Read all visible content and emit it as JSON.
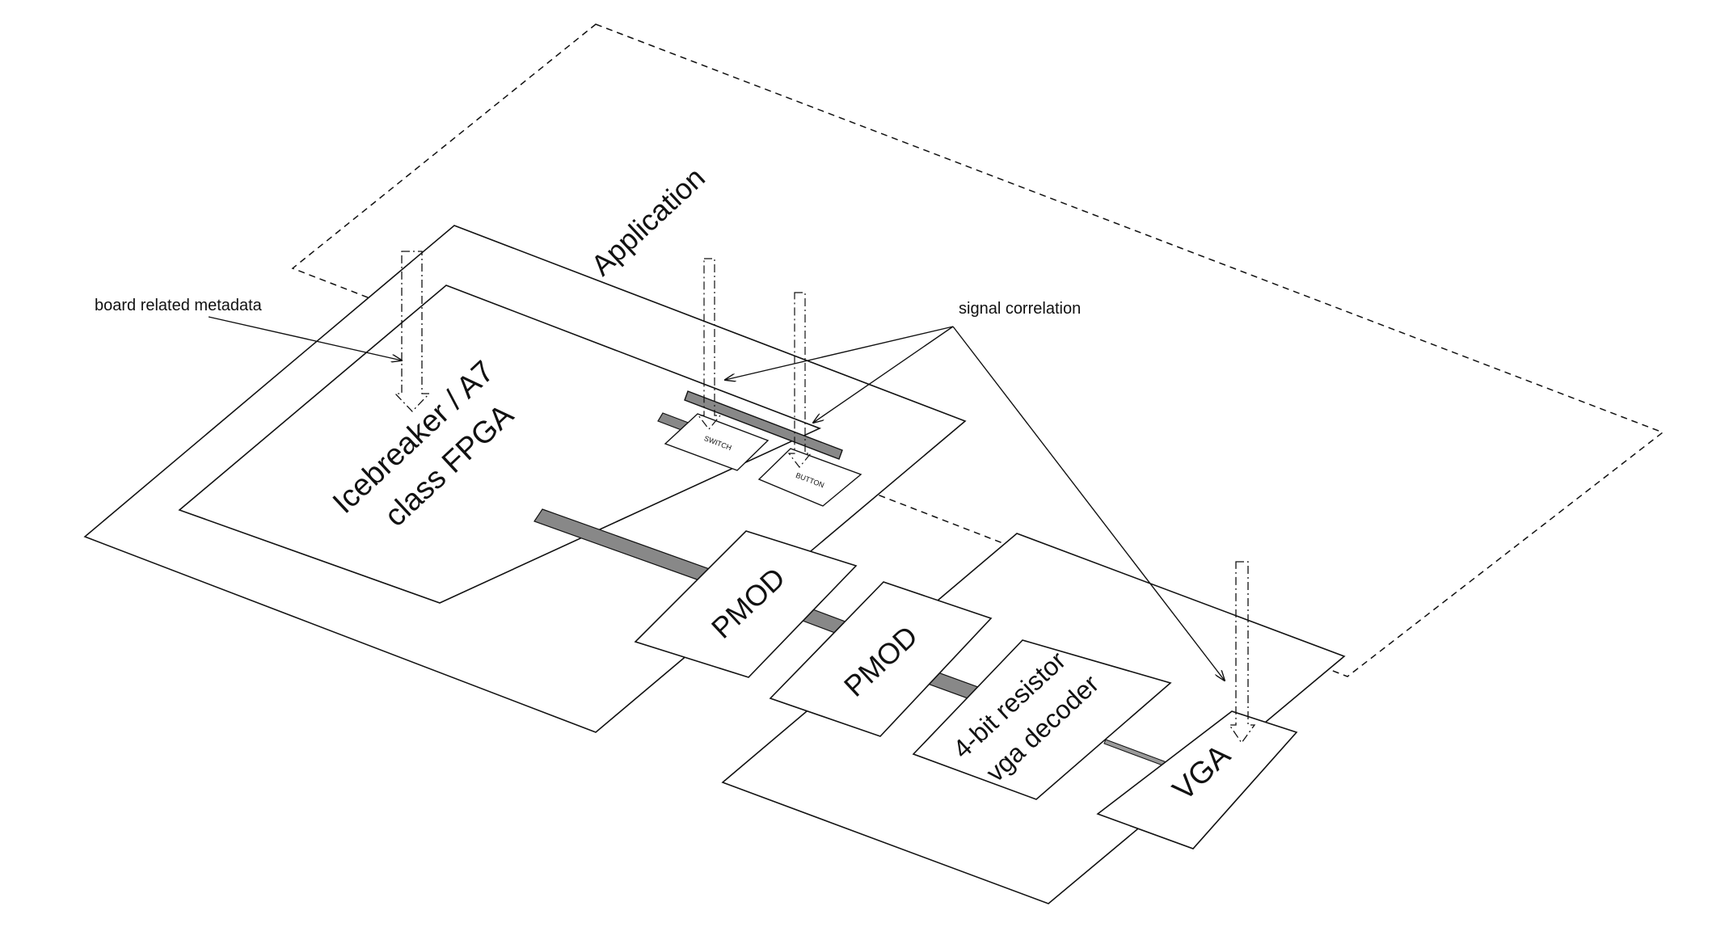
{
  "diagram": {
    "application_label": "Application",
    "fpga_label_line1": "Icebreaker / A7",
    "fpga_label_line2": "class FPGA",
    "pmod_left_label": "PMOD",
    "pmod_right_label": "PMOD",
    "decoder_label_line1": "4-bit resistor",
    "decoder_label_line2": "vga decoder",
    "vga_label": "VGA",
    "switch_label": "SWITCH",
    "button_label": "BUTTON",
    "annotation_board_metadata": "board related metadata",
    "annotation_signal_correlation": "signal correlation"
  }
}
